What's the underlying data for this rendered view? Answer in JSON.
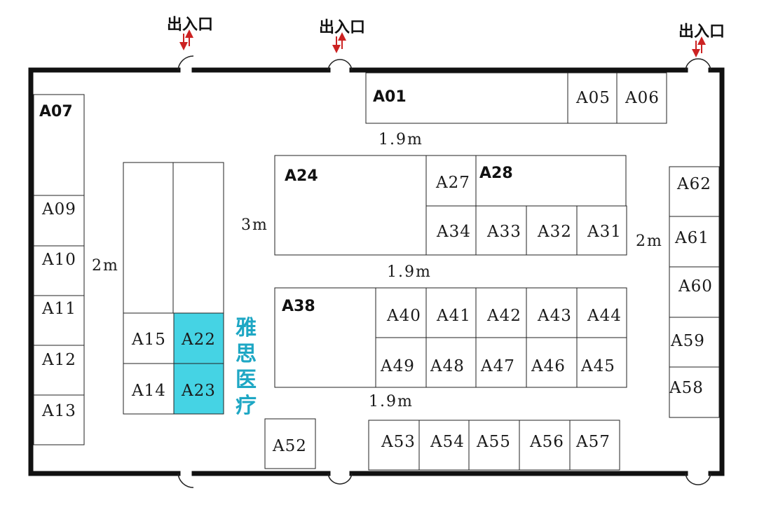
{
  "colors": {
    "highlight": "#45d3e4",
    "brand": "#1ea7c4",
    "arrow": "#cc2222",
    "wall": "#111111"
  },
  "exit_label": "出入口",
  "brand_text": "雅思医疗",
  "booths": {
    "A01": "A01",
    "A05": "A05",
    "A06": "A06",
    "A07": "A07",
    "A09": "A09",
    "A10": "A10",
    "A11": "A11",
    "A12": "A12",
    "A13": "A13",
    "A14": "A14",
    "A15": "A15",
    "A22": "A22",
    "A23": "A23",
    "A24": "A24",
    "A27": "A27",
    "A28": "A28",
    "A31": "A31",
    "A32": "A32",
    "A33": "A33",
    "A34": "A34",
    "A38": "A38",
    "A40": "A40",
    "A41": "A41",
    "A42": "A42",
    "A43": "A43",
    "A44": "A44",
    "A45": "A45",
    "A46": "A46",
    "A47": "A47",
    "A48": "A48",
    "A49": "A49",
    "A52": "A52",
    "A53": "A53",
    "A54": "A54",
    "A55": "A55",
    "A56": "A56",
    "A57": "A57",
    "A58": "A58",
    "A59": "A59",
    "A60": "A60",
    "A61": "A61",
    "A62": "A62"
  },
  "highlighted_booths": [
    "A22",
    "A23"
  ],
  "aisle_labels": {
    "top_aisle": "1.9m",
    "middle_aisle": "1.9m",
    "bottom_aisle": "1.9m",
    "left_aisle": "2m",
    "center_left_aisle": "3m",
    "right_aisle": "2m"
  }
}
